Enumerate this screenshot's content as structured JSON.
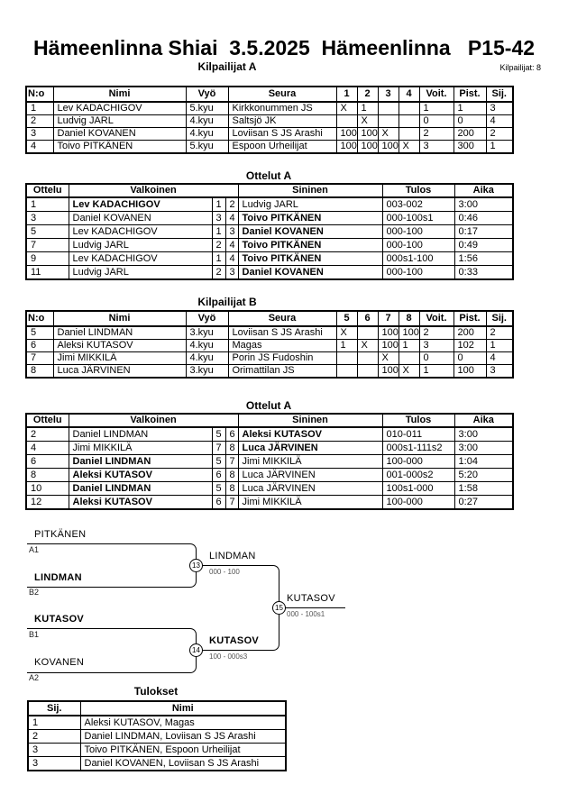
{
  "page": {
    "title": "Hämeenlinna Shiai  3.5.2025  Hämeenlinna   P15-42",
    "competitors_label": "Kilpailijat: 8"
  },
  "titles": {
    "kilpailijat_a": "Kilpailijat A",
    "ottelut_a1": "Ottelut A",
    "kilpailijat_b": "Kilpailijat B",
    "ottelut_a2": "Ottelut A",
    "tulokset": "Tulokset"
  },
  "kilpailijatA": {
    "headers": {
      "no": "N:o",
      "nimi": "Nimi",
      "vyo": "Vyö",
      "seura": "Seura",
      "m1": "1",
      "m2": "2",
      "m3": "3",
      "m4": "4",
      "voit": "Voit.",
      "pist": "Pist.",
      "sij": "Sij."
    },
    "rows": [
      {
        "no": "1",
        "nimi": "Lev KADACHIGOV",
        "vyo": "5.kyu",
        "seura": "Kirkkonummen JS",
        "m1": "X",
        "m2": "1",
        "m3": "",
        "m4": "",
        "voit": "1",
        "pist": "1",
        "sij": "3"
      },
      {
        "no": "2",
        "nimi": "Ludvig JARL",
        "vyo": "4.kyu",
        "seura": "Saltsjö JK",
        "m1": "",
        "m2": "X",
        "m3": "",
        "m4": "",
        "voit": "0",
        "pist": "0",
        "sij": "4"
      },
      {
        "no": "3",
        "nimi": "Daniel KOVANEN",
        "vyo": "4.kyu",
        "seura": "Loviisan S JS Arashi",
        "m1": "100",
        "m2": "100",
        "m3": "X",
        "m4": "",
        "voit": "2",
        "pist": "200",
        "sij": "2"
      },
      {
        "no": "4",
        "nimi": "Toivo PITKÄNEN",
        "vyo": "5.kyu",
        "seura": "Espoon Urheilijat",
        "m1": "100",
        "m2": "100",
        "m3": "100",
        "m4": "X",
        "voit": "3",
        "pist": "300",
        "sij": "1"
      }
    ]
  },
  "otteluA1": {
    "headers": {
      "ottelu": "Ottelu",
      "valkoinen": "Valkoinen",
      "sininen": "Sininen",
      "tulos": "Tulos",
      "aika": "Aika"
    },
    "rows": [
      {
        "ottelu": "1",
        "valkoinen": "Lev KADACHIGOV",
        "vn": "1",
        "sn": "2",
        "sininen": "Ludvig JARL",
        "tulos": "003-002",
        "aika": "3:00"
      },
      {
        "ottelu": "3",
        "valkoinen": "Daniel KOVANEN",
        "vn": "3",
        "sn": "4",
        "sininen": "Toivo PITKÄNEN",
        "tulos": "000-100s1",
        "aika": "0:46"
      },
      {
        "ottelu": "5",
        "valkoinen": "Lev KADACHIGOV",
        "vn": "1",
        "sn": "3",
        "sininen": "Daniel KOVANEN",
        "tulos": "000-100",
        "aika": "0:17"
      },
      {
        "ottelu": "7",
        "valkoinen": "Ludvig JARL",
        "vn": "2",
        "sn": "4",
        "sininen": "Toivo PITKÄNEN",
        "tulos": "000-100",
        "aika": "0:49"
      },
      {
        "ottelu": "9",
        "valkoinen": "Lev KADACHIGOV",
        "vn": "1",
        "sn": "4",
        "sininen": "Toivo PITKÄNEN",
        "tulos": "000s1-100",
        "aika": "1:56"
      },
      {
        "ottelu": "11",
        "valkoinen": "Ludvig JARL",
        "vn": "2",
        "sn": "3",
        "sininen": "Daniel KOVANEN",
        "tulos": "000-100",
        "aika": "0:33"
      }
    ]
  },
  "kilpailijatB": {
    "headers": {
      "no": "N:o",
      "nimi": "Nimi",
      "vyo": "Vyö",
      "seura": "Seura",
      "m1": "5",
      "m2": "6",
      "m3": "7",
      "m4": "8",
      "voit": "Voit.",
      "pist": "Pist.",
      "sij": "Sij."
    },
    "rows": [
      {
        "no": "5",
        "nimi": "Daniel LINDMAN",
        "vyo": "3.kyu",
        "seura": "Loviisan S JS Arashi",
        "m1": "X",
        "m2": "",
        "m3": "100",
        "m4": "100",
        "voit": "2",
        "pist": "200",
        "sij": "2"
      },
      {
        "no": "6",
        "nimi": "Aleksi KUTASOV",
        "vyo": "4.kyu",
        "seura": "Magas",
        "m1": "1",
        "m2": "X",
        "m3": "100",
        "m4": "1",
        "voit": "3",
        "pist": "102",
        "sij": "1"
      },
      {
        "no": "7",
        "nimi": "Jimi MIKKILÄ",
        "vyo": "4.kyu",
        "seura": "Porin JS Fudoshin",
        "m1": "",
        "m2": "",
        "m3": "X",
        "m4": "",
        "voit": "0",
        "pist": "0",
        "sij": "4"
      },
      {
        "no": "8",
        "nimi": "Luca JÄRVINEN",
        "vyo": "3.kyu",
        "seura": "Orimattilan JS",
        "m1": "",
        "m2": "",
        "m3": "100",
        "m4": "X",
        "voit": "1",
        "pist": "100",
        "sij": "3"
      }
    ]
  },
  "otteluA2": {
    "headers": {
      "ottelu": "Ottelu",
      "valkoinen": "Valkoinen",
      "sininen": "Sininen",
      "tulos": "Tulos",
      "aika": "Aika"
    },
    "rows": [
      {
        "ottelu": "2",
        "valkoinen": "Daniel LINDMAN",
        "vn": "5",
        "sn": "6",
        "sininen": "Aleksi KUTASOV",
        "tulos": "010-011",
        "aika": "3:00"
      },
      {
        "ottelu": "4",
        "valkoinen": "Jimi MIKKILÄ",
        "vn": "7",
        "sn": "8",
        "sininen": "Luca JÄRVINEN",
        "tulos": "000s1-111s2",
        "aika": "3:00"
      },
      {
        "ottelu": "6",
        "valkoinen": "Daniel LINDMAN",
        "vn": "5",
        "sn": "7",
        "sininen": "Jimi MIKKILÄ",
        "tulos": "100-000",
        "aika": "1:04"
      },
      {
        "ottelu": "8",
        "valkoinen": "Aleksi KUTASOV",
        "vn": "6",
        "sn": "8",
        "sininen": "Luca JÄRVINEN",
        "tulos": "001-000s2",
        "aika": "5:20"
      },
      {
        "ottelu": "10",
        "valkoinen": "Daniel LINDMAN",
        "vn": "5",
        "sn": "8",
        "sininen": "Luca JÄRVINEN",
        "tulos": "100s1-000",
        "aika": "1:58"
      },
      {
        "ottelu": "12",
        "valkoinen": "Aleksi KUTASOV",
        "vn": "6",
        "sn": "7",
        "sininen": "Jimi MIKKILÄ",
        "tulos": "100-000",
        "aika": "0:27"
      }
    ]
  },
  "bracket": {
    "slots": [
      {
        "name": "PITKÄNEN",
        "seed": "A1"
      },
      {
        "name": "LINDMAN",
        "seed": "B2"
      },
      {
        "name": "KUTASOV",
        "seed": "B1"
      },
      {
        "name": "KOVANEN",
        "seed": "A2"
      }
    ],
    "matches": [
      {
        "number": "13",
        "winner": "LINDMAN",
        "score": "000 - 100"
      },
      {
        "number": "14",
        "winner": "KUTASOV",
        "score": "100 - 000s3"
      },
      {
        "number": "15",
        "winner": "KUTASOV",
        "score": "000 - 100s1"
      }
    ]
  },
  "tulokset": {
    "headers": {
      "sij": "Sij.",
      "nimi": "Nimi"
    },
    "rows": [
      {
        "sij": "1",
        "nimi": "Aleksi KUTASOV, Magas"
      },
      {
        "sij": "2",
        "nimi": "Daniel LINDMAN, Loviisan S JS Arashi"
      },
      {
        "sij": "3",
        "nimi": "Toivo PITKÄNEN, Espoon Urheilijat"
      },
      {
        "sij": "3",
        "nimi": "Daniel KOVANEN, Loviisan S JS Arashi"
      }
    ]
  }
}
